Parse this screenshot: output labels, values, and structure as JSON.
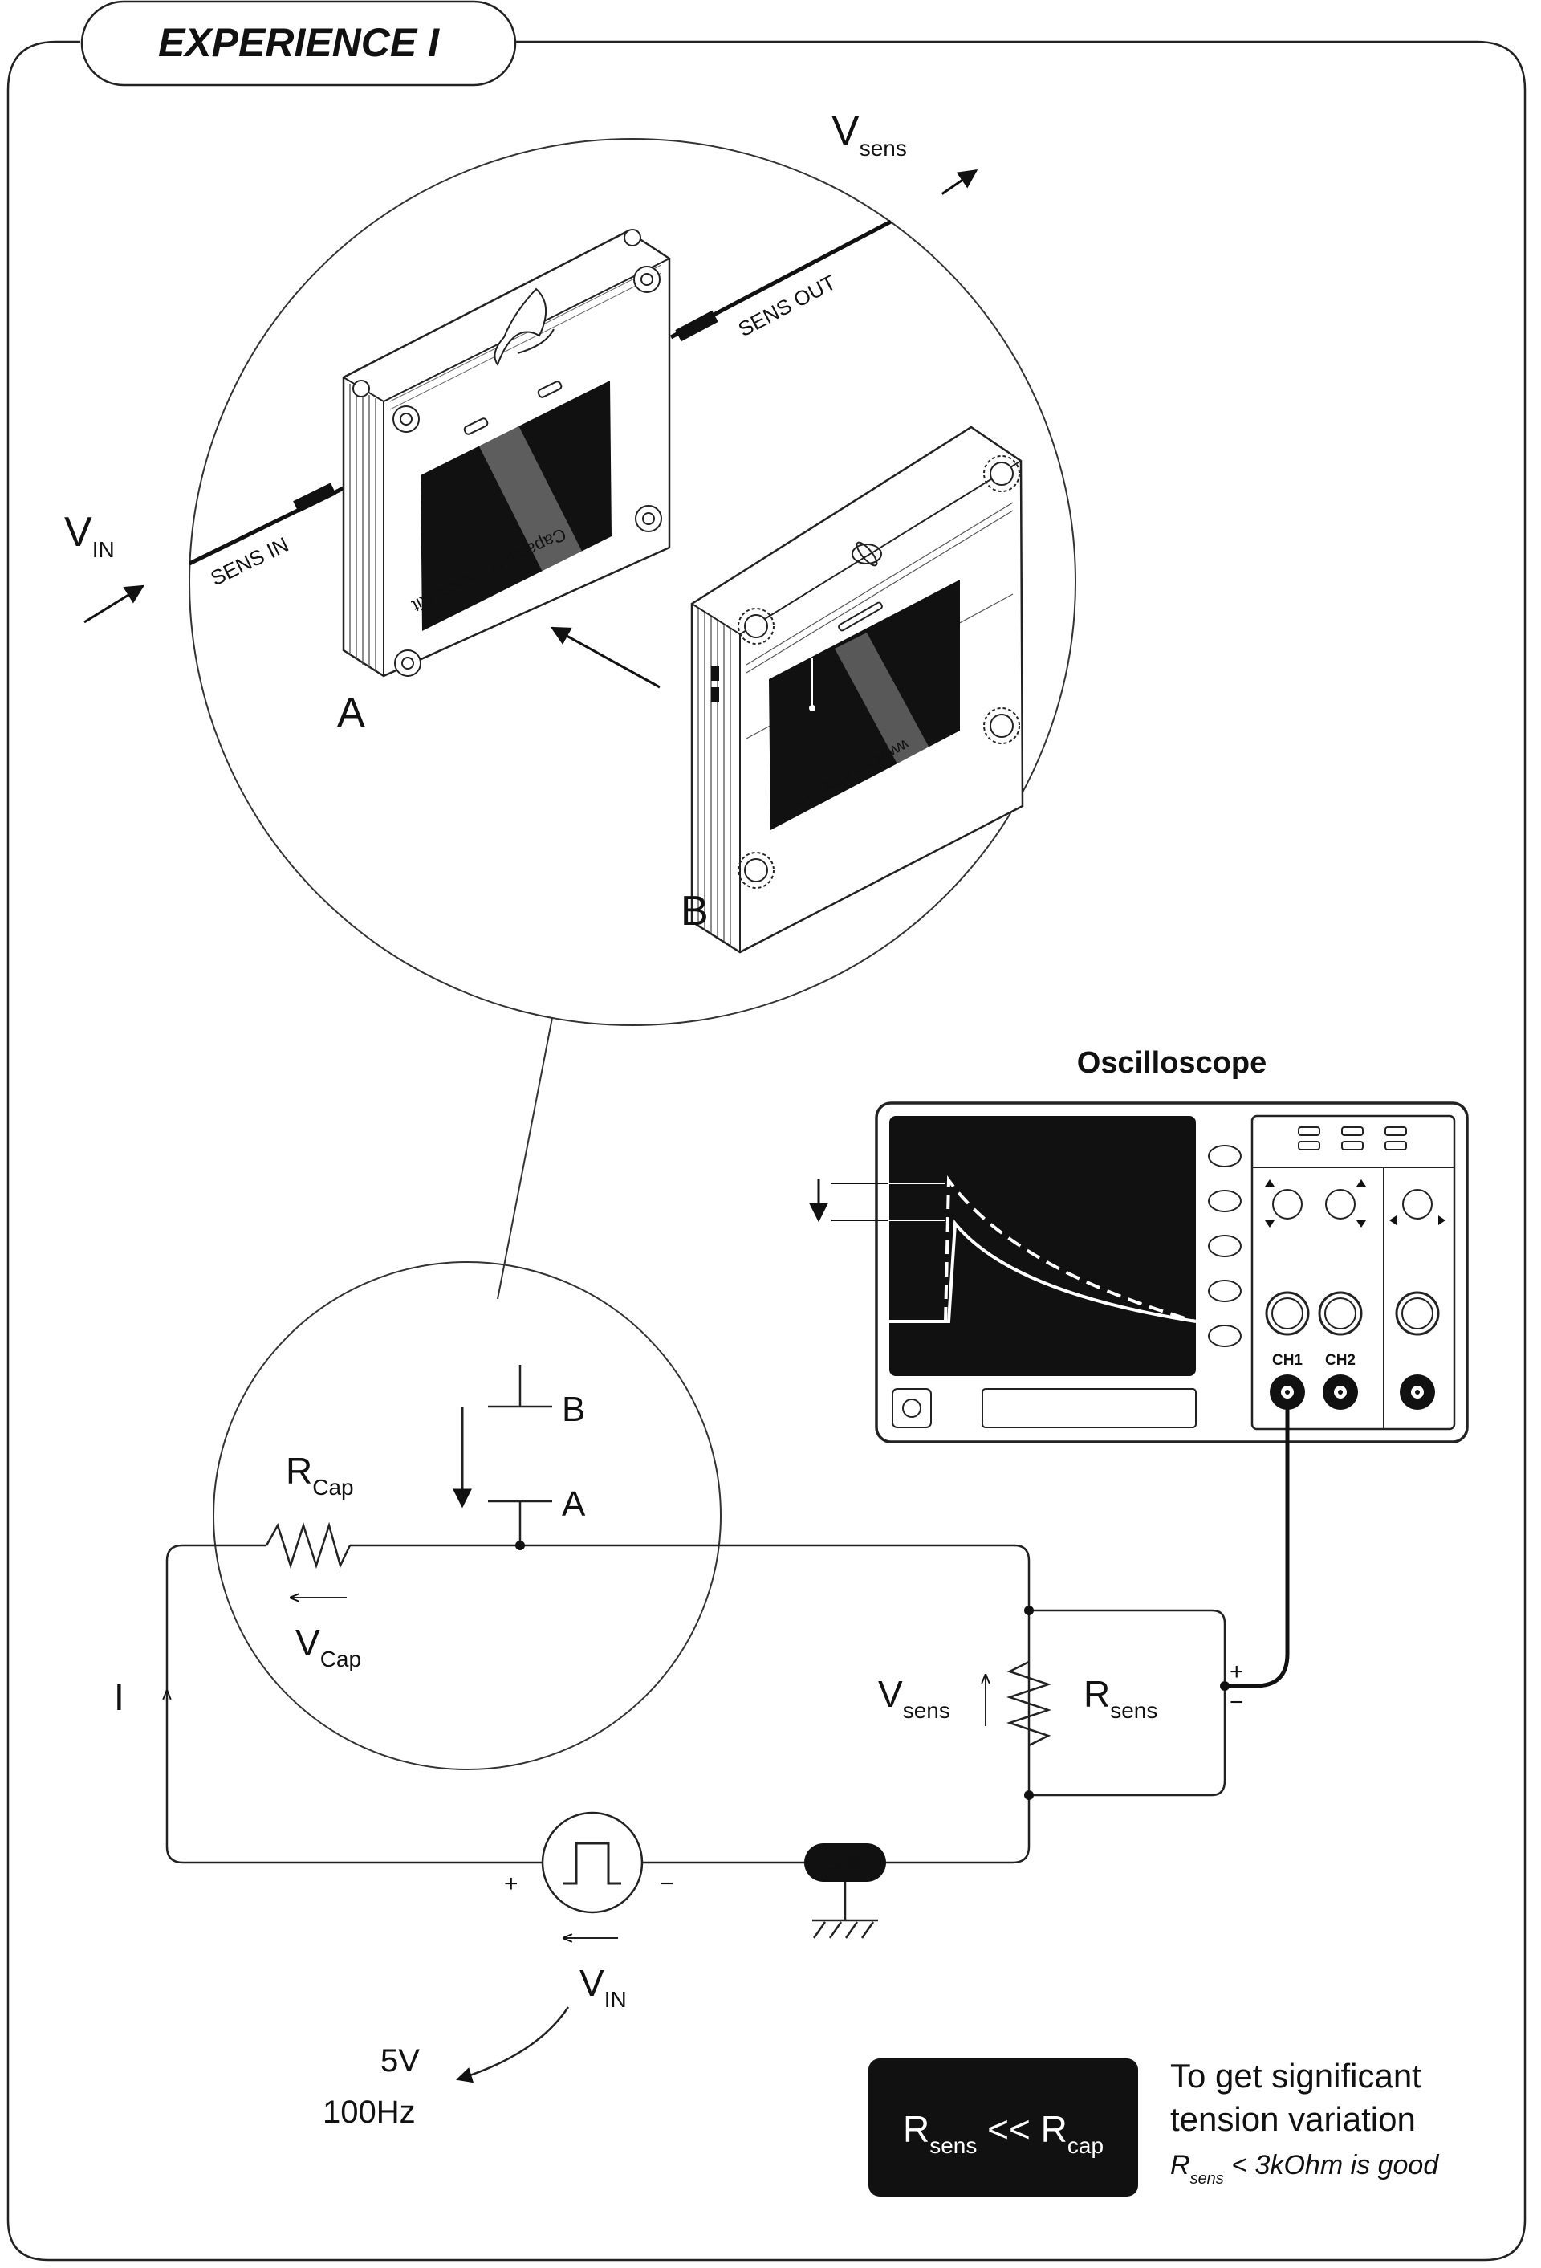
{
  "header": {
    "title": "EXPERIENCE I"
  },
  "module": {
    "label_sens_in": "SENS IN",
    "label_sens_out": "SENS OUT",
    "v_in": {
      "main": "V",
      "sub": "IN"
    },
    "v_sens": {
      "main": "V",
      "sub": "sens"
    },
    "part_a": "A",
    "part_b": "B",
    "engraving_a": "Capacitive Sensor Kit",
    "engraving_b": "www.movuino.com"
  },
  "oscilloscope": {
    "title": "Oscilloscope",
    "ch1": "CH1",
    "ch2": "CH2"
  },
  "circuit": {
    "r_cap": {
      "main": "R",
      "sub": "Cap"
    },
    "v_cap": {
      "main": "V",
      "sub": "Cap"
    },
    "plate_b": "B",
    "plate_a": "A",
    "current": "I",
    "v_sens": {
      "main": "V",
      "sub": "sens"
    },
    "r_sens": {
      "main": "R",
      "sub": "sens"
    },
    "plus_sens": "+",
    "minus_sens": "−",
    "plus_src": "+",
    "minus_src": "−",
    "gnd": "GND",
    "v_in": {
      "main": "V",
      "sub": "IN"
    },
    "voltage": "5V",
    "frequency": "100Hz"
  },
  "note": {
    "box": {
      "r1": "R",
      "s1": "sens",
      "op": "<<",
      "r2": "R",
      "s2": "cap"
    },
    "line1": "To get significant",
    "line2": "tension variation",
    "hint_main": "R",
    "hint_sub": "sens",
    "hint_rest": " < 3kOhm is good"
  }
}
